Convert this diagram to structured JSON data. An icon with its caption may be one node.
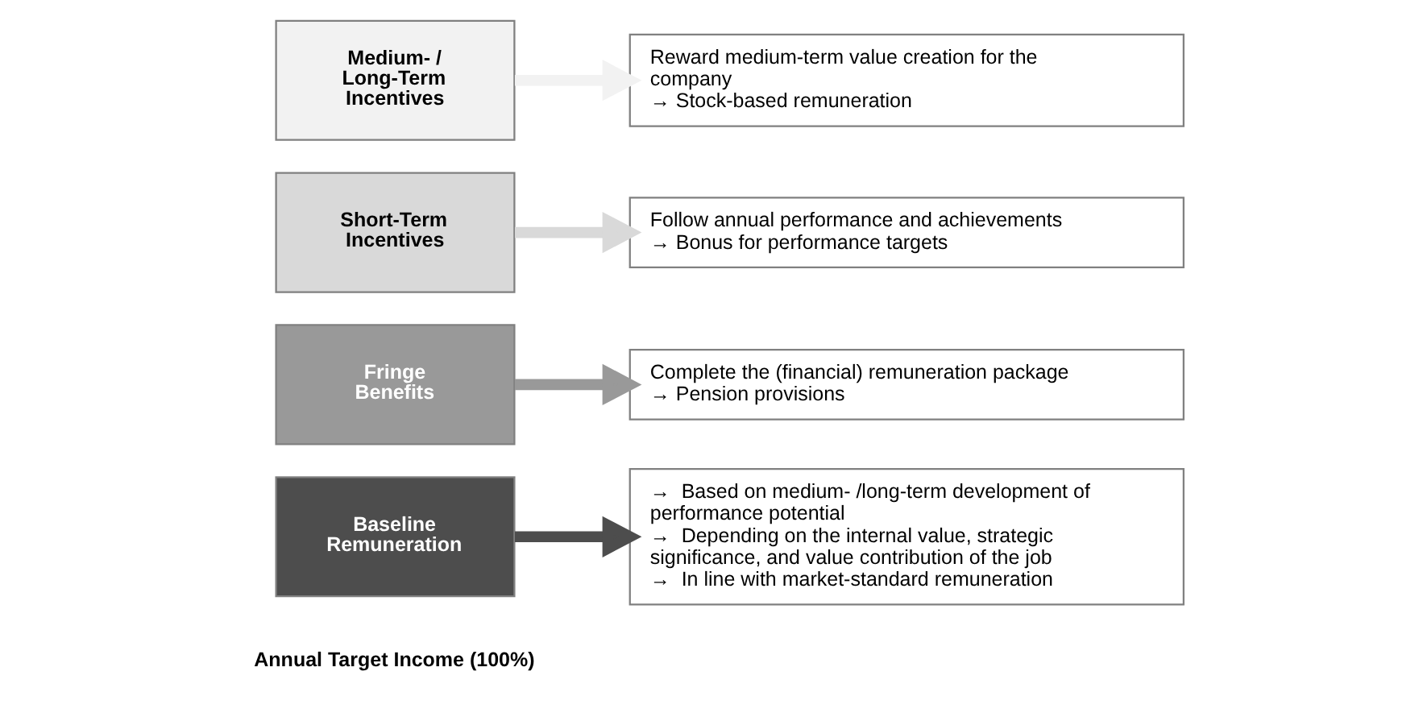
{
  "diagram": {
    "nodes": [
      {
        "text": [
          "Medium- / Long-Term Incentives"
        ]
      },
      {
        "text": [
          "Reward medium-term value creation for the company",
          "→ Stock-based remuneration"
        ]
      },
      {
        "text": [
          "Short-Term Incentives"
        ]
      },
      {
        "text": [
          "Follow annual performance and achievements",
          "→ Bonus for performance targets"
        ]
      },
      {
        "text": [
          "Fringe Benefits"
        ]
      },
      {
        "text": [
          "Complete the (financial) remuneration package",
          "→ Pension provisions"
        ]
      },
      {
        "text": [
          "Baseline Remuneration"
        ]
      },
      {
        "text": [
          "→  Based on medium- /long-term development of performance potential",
          "→  Depending on the internal value, strategic significance, and value contribution of the job",
          "→  In line with market-standard remuneration"
        ]
      }
    ],
    "edges": [
      {
        "from": 0,
        "to": 1,
        "arrow": "to",
        "color": "#f2f2f2"
      },
      {
        "from": 2,
        "to": 3,
        "arrow": "to",
        "color": "#d9d9d9"
      },
      {
        "from": 4,
        "to": 5,
        "arrow": "to",
        "color": "#999999"
      },
      {
        "from": 6,
        "to": 7,
        "arrow": "to",
        "color": "#4d4d4d"
      }
    ],
    "labels": [
      "Annual Target Income (100%)"
    ]
  }
}
